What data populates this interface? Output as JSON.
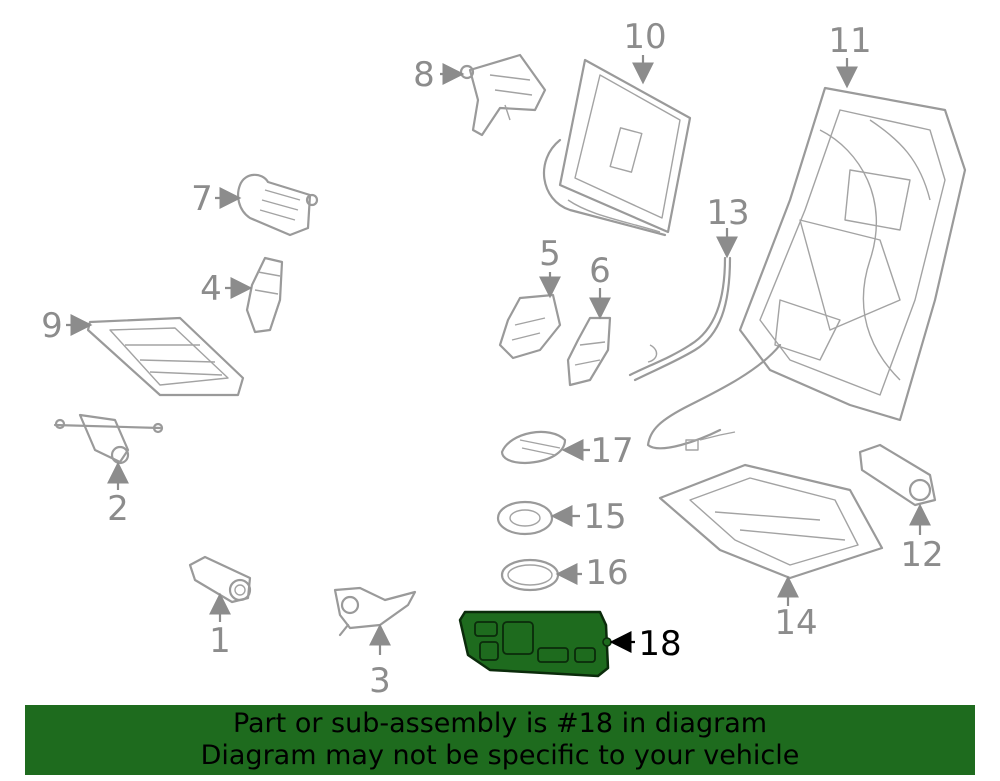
{
  "diagram": {
    "callouts": [
      {
        "id": "1",
        "label": "1"
      },
      {
        "id": "2",
        "label": "2"
      },
      {
        "id": "3",
        "label": "3"
      },
      {
        "id": "4",
        "label": "4"
      },
      {
        "id": "5",
        "label": "5"
      },
      {
        "id": "6",
        "label": "6"
      },
      {
        "id": "7",
        "label": "7"
      },
      {
        "id": "8",
        "label": "8"
      },
      {
        "id": "9",
        "label": "9"
      },
      {
        "id": "10",
        "label": "10"
      },
      {
        "id": "11",
        "label": "11"
      },
      {
        "id": "12",
        "label": "12"
      },
      {
        "id": "13",
        "label": "13"
      },
      {
        "id": "14",
        "label": "14"
      },
      {
        "id": "15",
        "label": "15"
      },
      {
        "id": "16",
        "label": "16"
      },
      {
        "id": "17",
        "label": "17"
      },
      {
        "id": "18",
        "label": "18"
      }
    ],
    "highlighted_part": "18",
    "colors": {
      "line_art": "#9a9a9a",
      "highlight_fill": "#1e6b1e",
      "highlight_text": "#000000",
      "banner_background": "#1e6b1e"
    }
  },
  "banner": {
    "line1": "Part or sub-assembly is #18 in diagram",
    "line2": "Diagram may not be specific to your vehicle"
  }
}
